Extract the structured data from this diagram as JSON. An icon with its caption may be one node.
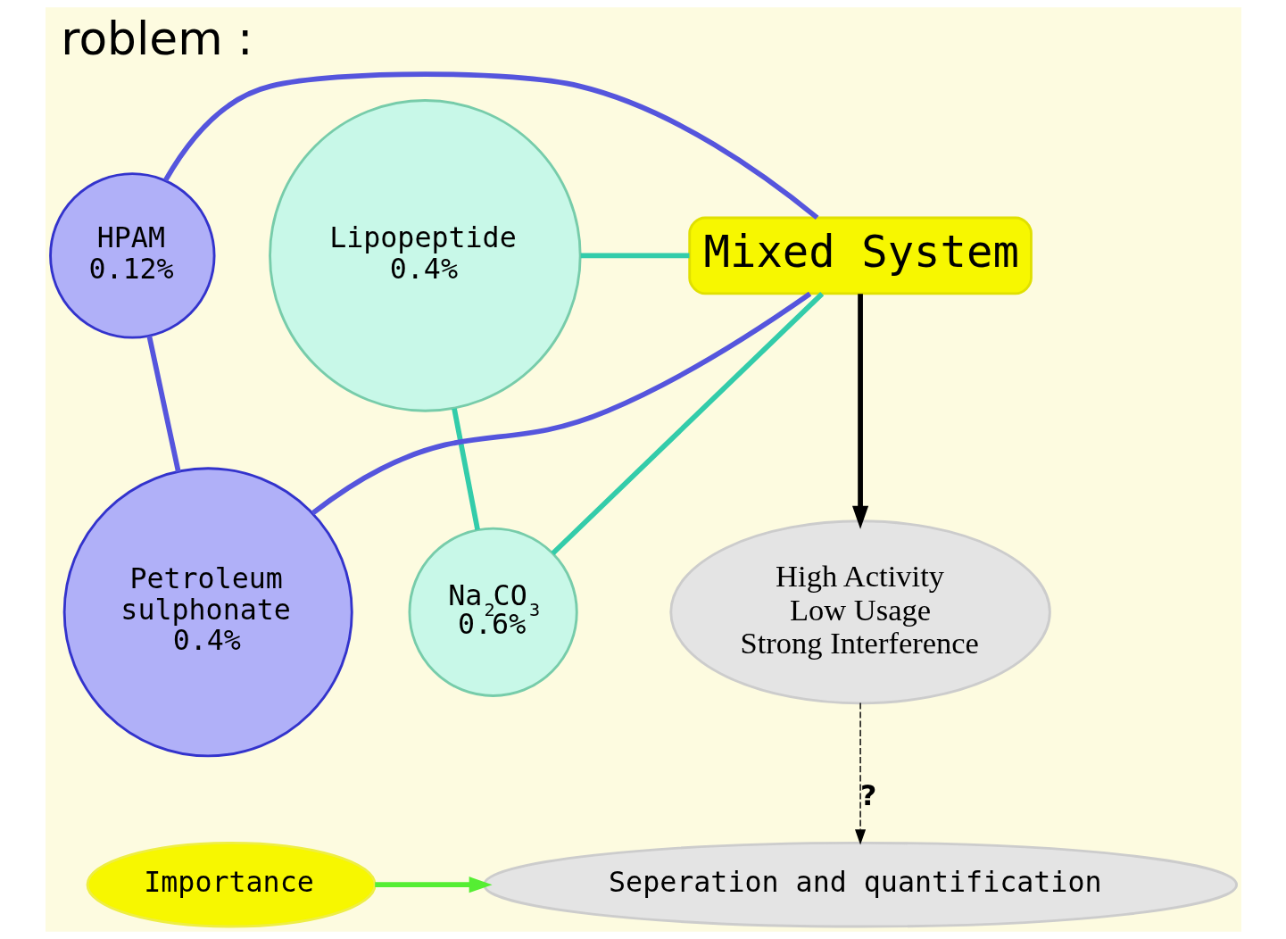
{
  "diagram": {
    "title": "roblem :",
    "nodes": [
      {
        "text": [
          "HPAM",
          "0.12%"
        ]
      },
      {
        "text": [
          "Mixed System"
        ]
      },
      {
        "text": [
          "Lipopeptide",
          "0.4%"
        ]
      },
      {
        "text": [
          "Petroleum sulphonate",
          "0.4%"
        ]
      },
      {
        "text": [
          "Na$_{2}$CO$_{3}$",
          "0.6%"
        ]
      },
      {
        "text": [
          "High Activity Low Usage Strong Interference"
        ]
      },
      {
        "text": [
          "Importance"
        ]
      },
      {
        "text": [
          "Seperation and quantification"
        ]
      }
    ],
    "edges": [
      {
        "from": 0,
        "to": 1,
        "arrow": "none",
        "color": "#5555dd"
      },
      {
        "from": 0,
        "to": 3,
        "arrow": "none",
        "color": "#5555dd"
      },
      {
        "from": 3,
        "to": 1,
        "arrow": "none",
        "color": "#5555dd"
      },
      {
        "from": 2,
        "to": 1,
        "arrow": "none",
        "color": "#33ccaa"
      },
      {
        "from": 2,
        "to": 4,
        "arrow": "none",
        "color": "#33ccaa"
      },
      {
        "from": 4,
        "to": 1,
        "arrow": "none",
        "color": "#33ccaa"
      },
      {
        "from": 1,
        "to": 5,
        "arrow": "to",
        "color": "#000000"
      },
      {
        "from": 5,
        "to": 7,
        "arrow": "to",
        "style": "dashed",
        "label": "?",
        "color": "#000000"
      },
      {
        "from": 6,
        "to": 7,
        "arrow": "to",
        "color": "#55ee33"
      }
    ]
  }
}
